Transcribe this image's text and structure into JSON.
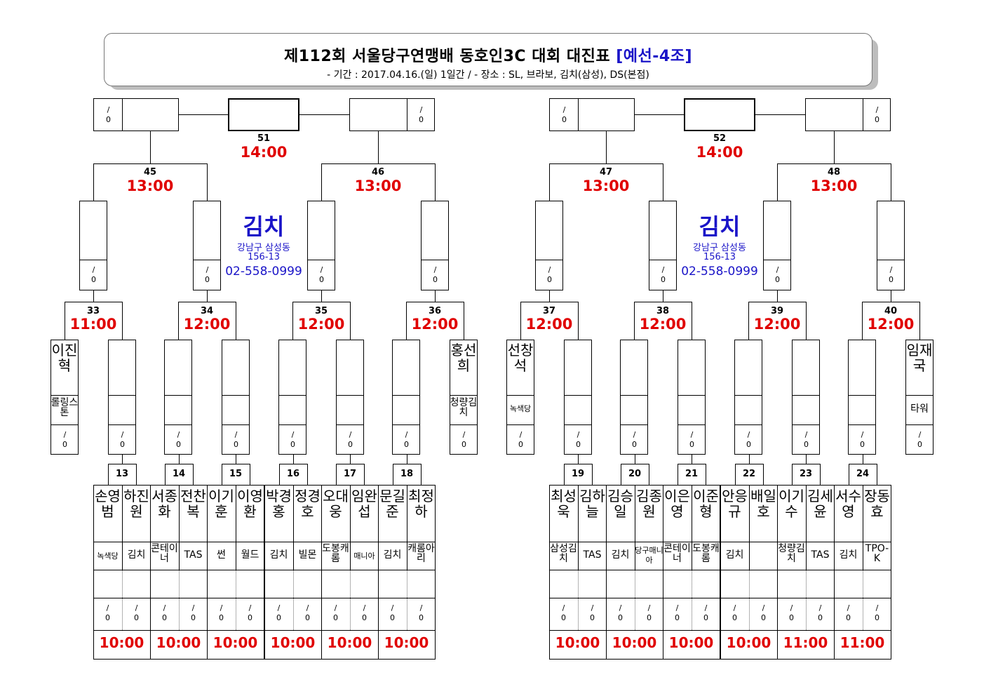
{
  "header": {
    "title": "제112회 서울당구연맹배 동호인3C 대회 대진표",
    "title_group": "[예선-4조]",
    "subtitle": "- 기간 : 2017.04.16.(일) 1일간 / - 장소 : SL, 브라보, 김치(삼성), DS(본점)"
  },
  "colors": {
    "time": "#e00000",
    "venue": "#1a14c8",
    "line": "#000000"
  },
  "score_placeholder": {
    "top": "/",
    "bottom": "0"
  },
  "venue": {
    "name": "김치",
    "address": "강남구 삼성동",
    "lot": "156-13",
    "phone": "02-558-0999"
  },
  "semis": [
    {
      "no": "51",
      "time": "14:00"
    },
    {
      "no": "52",
      "time": "14:00"
    }
  ],
  "quarters": [
    {
      "no": "45",
      "time": "13:00"
    },
    {
      "no": "46",
      "time": "13:00"
    },
    {
      "no": "47",
      "time": "13:00"
    },
    {
      "no": "48",
      "time": "13:00"
    }
  ],
  "round2": [
    {
      "no": "33",
      "time": "11:00"
    },
    {
      "no": "34",
      "time": "12:00"
    },
    {
      "no": "35",
      "time": "12:00"
    },
    {
      "no": "36",
      "time": "12:00"
    },
    {
      "no": "37",
      "time": "12:00"
    },
    {
      "no": "38",
      "time": "12:00"
    },
    {
      "no": "39",
      "time": "12:00"
    },
    {
      "no": "40",
      "time": "12:00"
    }
  ],
  "byes": [
    {
      "name": "이진혁",
      "club": "롤링스톤"
    },
    {
      "name": "홍선희",
      "club": "청량김치"
    },
    {
      "name": "선창석",
      "club": "녹색당"
    },
    {
      "name": "임재국",
      "club": "타워"
    }
  ],
  "round1": [
    {
      "no": "13",
      "time": "10:00",
      "players": [
        {
          "name": "손영범",
          "club": "녹색당"
        },
        {
          "name": "하진원",
          "club": "김치"
        }
      ]
    },
    {
      "no": "14",
      "time": "10:00",
      "players": [
        {
          "name": "서종화",
          "club": "콘테이너"
        },
        {
          "name": "전찬복",
          "club": "TAS"
        }
      ]
    },
    {
      "no": "15",
      "time": "10:00",
      "players": [
        {
          "name": "이기훈",
          "club": "썬"
        },
        {
          "name": "이영환",
          "club": "월드"
        }
      ]
    },
    {
      "no": "16",
      "time": "10:00",
      "players": [
        {
          "name": "박경홍",
          "club": "김치"
        },
        {
          "name": "정경호",
          "club": "빌몬"
        }
      ]
    },
    {
      "no": "17",
      "time": "10:00",
      "players": [
        {
          "name": "오대웅",
          "club": "도봉캐롬"
        },
        {
          "name": "임완섭",
          "club": "매니아"
        }
      ]
    },
    {
      "no": "18",
      "time": "10:00",
      "players": [
        {
          "name": "문길준",
          "club": "김치"
        },
        {
          "name": "최정하",
          "club": "캐롬아리"
        }
      ]
    },
    {
      "no": "19",
      "time": "10:00",
      "players": [
        {
          "name": "최성욱",
          "club": "삼성김치"
        },
        {
          "name": "김하늘",
          "club": "TAS"
        }
      ]
    },
    {
      "no": "20",
      "time": "10:00",
      "players": [
        {
          "name": "김승일",
          "club": "김치"
        },
        {
          "name": "김종원",
          "club": "당구매니아"
        }
      ]
    },
    {
      "no": "21",
      "time": "10:00",
      "players": [
        {
          "name": "이은영",
          "club": "콘테이너"
        },
        {
          "name": "이준형",
          "club": "도봉캐롬"
        }
      ]
    },
    {
      "no": "22",
      "time": "10:00",
      "players": [
        {
          "name": "안응규",
          "club": "김치"
        },
        {
          "name": "배일호",
          "club": ""
        }
      ]
    },
    {
      "no": "23",
      "time": "11:00",
      "players": [
        {
          "name": "이기수",
          "club": "청량김치"
        },
        {
          "name": "김세윤",
          "club": "TAS"
        }
      ]
    },
    {
      "no": "24",
      "time": "11:00",
      "players": [
        {
          "name": "서수영",
          "club": "김치"
        },
        {
          "name": "장동효",
          "club": "TPO-K"
        }
      ]
    }
  ]
}
